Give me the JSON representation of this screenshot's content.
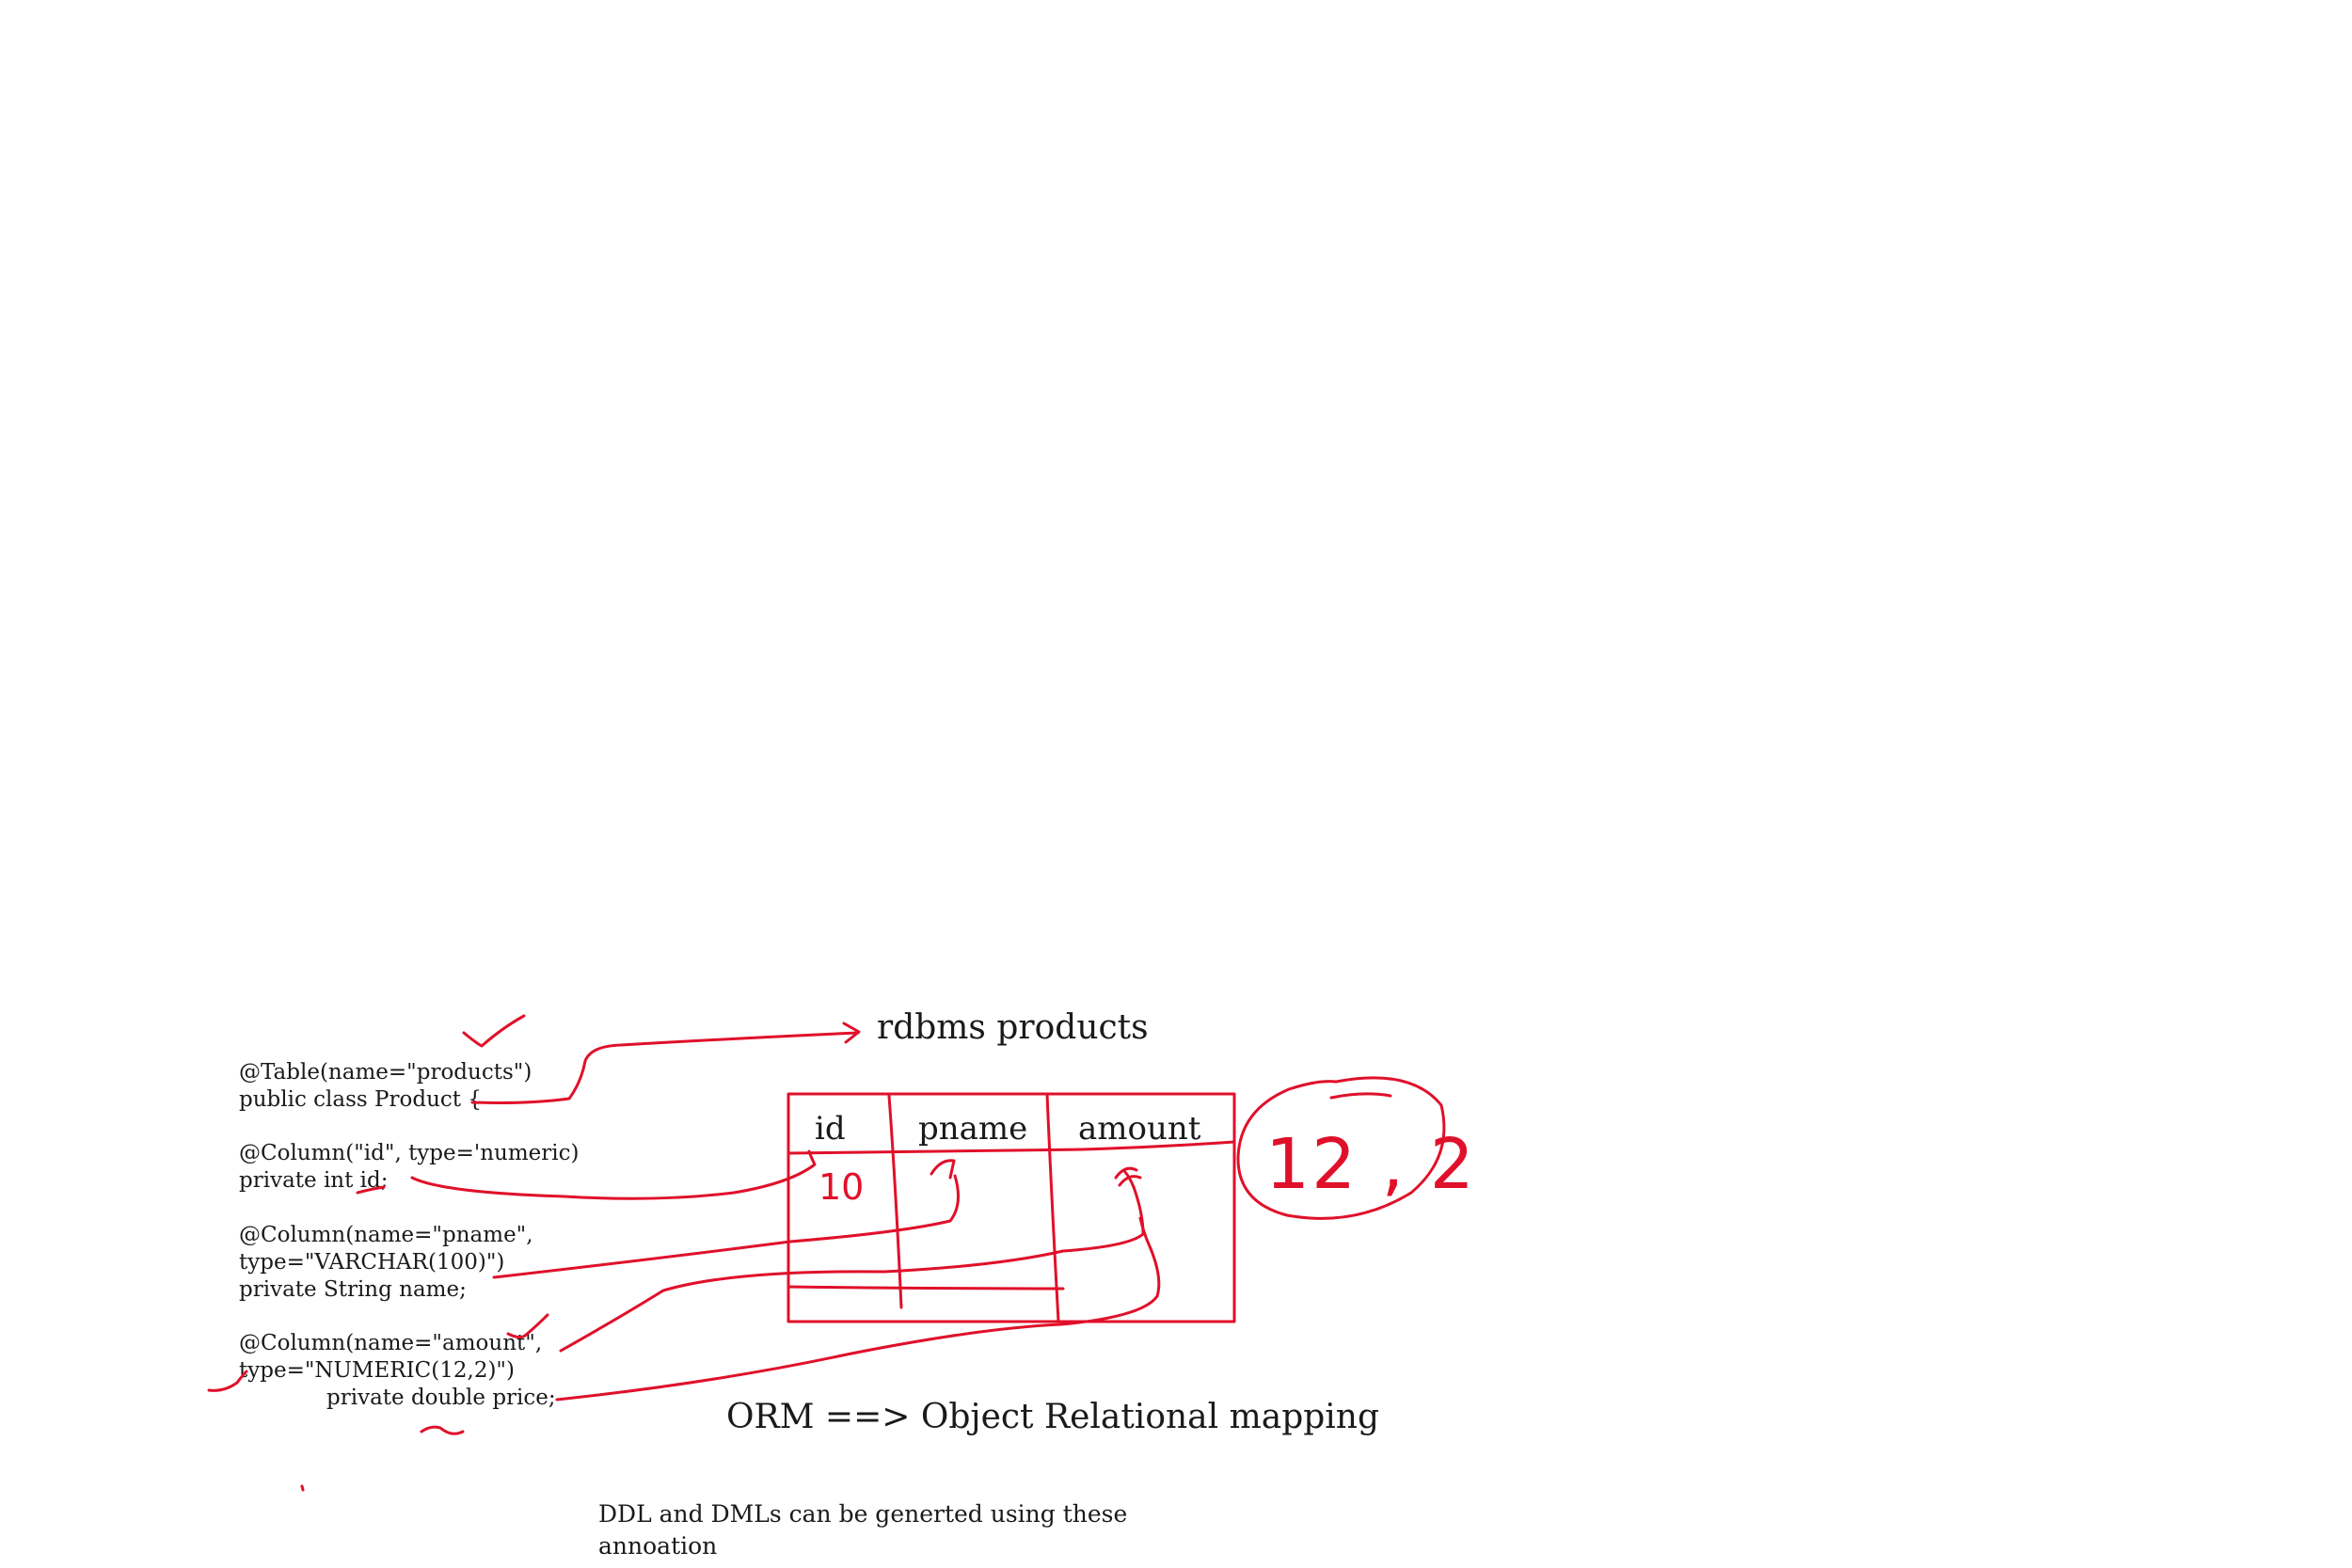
{
  "ink_color": "#e0102a",
  "text_color": "#1a1a1a",
  "background": "#ffffff",
  "code": {
    "table_annotation": "@Table(name=\"products\")",
    "class_decl": "public  class Product {",
    "col_id_annotation": "@Column(\"id\", type='numeric)",
    "field_id": "private int id;",
    "col_pname_line1": "@Column(name=\"pname\",",
    "col_pname_line2": "type=\"VARCHAR(100)\")",
    "field_name": "private String name;",
    "col_amount_line1": "@Column(name=\"amount\",",
    "col_amount_line2": "type=\"NUMERIC(12,2)\")",
    "field_price": "private double price;"
  },
  "rdbms_label": "rdbms products",
  "table": {
    "headers": [
      "id",
      "pname",
      "amount"
    ],
    "row_value": "10"
  },
  "precision_label": "12 , 2",
  "orm_label": "ORM ==> Object Relational mapping",
  "note": {
    "line1": "DDL and DMLs can be generted using these",
    "line2": "annoation"
  }
}
